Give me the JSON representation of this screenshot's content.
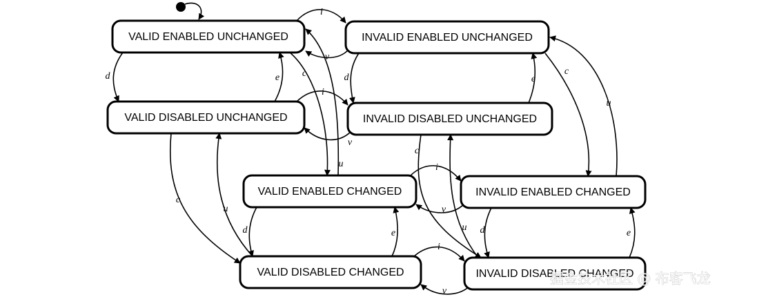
{
  "states": {
    "veu": "VALID ENABLED UNCHANGED",
    "ieu": "INVALID ENABLED UNCHANGED",
    "vdu": "VALID DISABLED UNCHANGED",
    "idu": "INVALID DISABLED UNCHANGED",
    "vec": "VALID ENABLED CHANGED",
    "iec": "INVALID ENABLED CHANGED",
    "vdc": "VALID DISABLED CHANGED",
    "idc": "INVALID DISABLED CHANGED"
  },
  "transitions": [
    {
      "from": "veu",
      "to": "ieu",
      "label": "i"
    },
    {
      "from": "ieu",
      "to": "veu",
      "label": "v"
    },
    {
      "from": "veu",
      "to": "vdu",
      "label": "d"
    },
    {
      "from": "vdu",
      "to": "veu",
      "label": "e"
    },
    {
      "from": "veu",
      "to": "vec",
      "label": "c"
    },
    {
      "from": "vec",
      "to": "veu",
      "label": "u"
    },
    {
      "from": "ieu",
      "to": "idu",
      "label": "d"
    },
    {
      "from": "idu",
      "to": "ieu",
      "label": "e"
    },
    {
      "from": "ieu",
      "to": "iec",
      "label": "c"
    },
    {
      "from": "iec",
      "to": "ieu",
      "label": "u"
    },
    {
      "from": "vdu",
      "to": "idu",
      "label": "i"
    },
    {
      "from": "idu",
      "to": "vdu",
      "label": "v"
    },
    {
      "from": "vdu",
      "to": "vdc",
      "label": "c"
    },
    {
      "from": "vdc",
      "to": "vdu",
      "label": "u"
    },
    {
      "from": "idu",
      "to": "idc",
      "label": "c"
    },
    {
      "from": "idc",
      "to": "idu",
      "label": "u"
    },
    {
      "from": "vec",
      "to": "iec",
      "label": "i"
    },
    {
      "from": "iec",
      "to": "vec",
      "label": "v"
    },
    {
      "from": "vec",
      "to": "vdc",
      "label": "d"
    },
    {
      "from": "vdc",
      "to": "vec",
      "label": "e"
    },
    {
      "from": "iec",
      "to": "idc",
      "label": "d"
    },
    {
      "from": "idc",
      "to": "iec",
      "label": "e"
    },
    {
      "from": "vdc",
      "to": "idc",
      "label": "i"
    },
    {
      "from": "idc",
      "to": "vdc",
      "label": "v"
    }
  ],
  "initial_state": "veu",
  "watermark": "掘金技术社区 @ 布客飞龙"
}
